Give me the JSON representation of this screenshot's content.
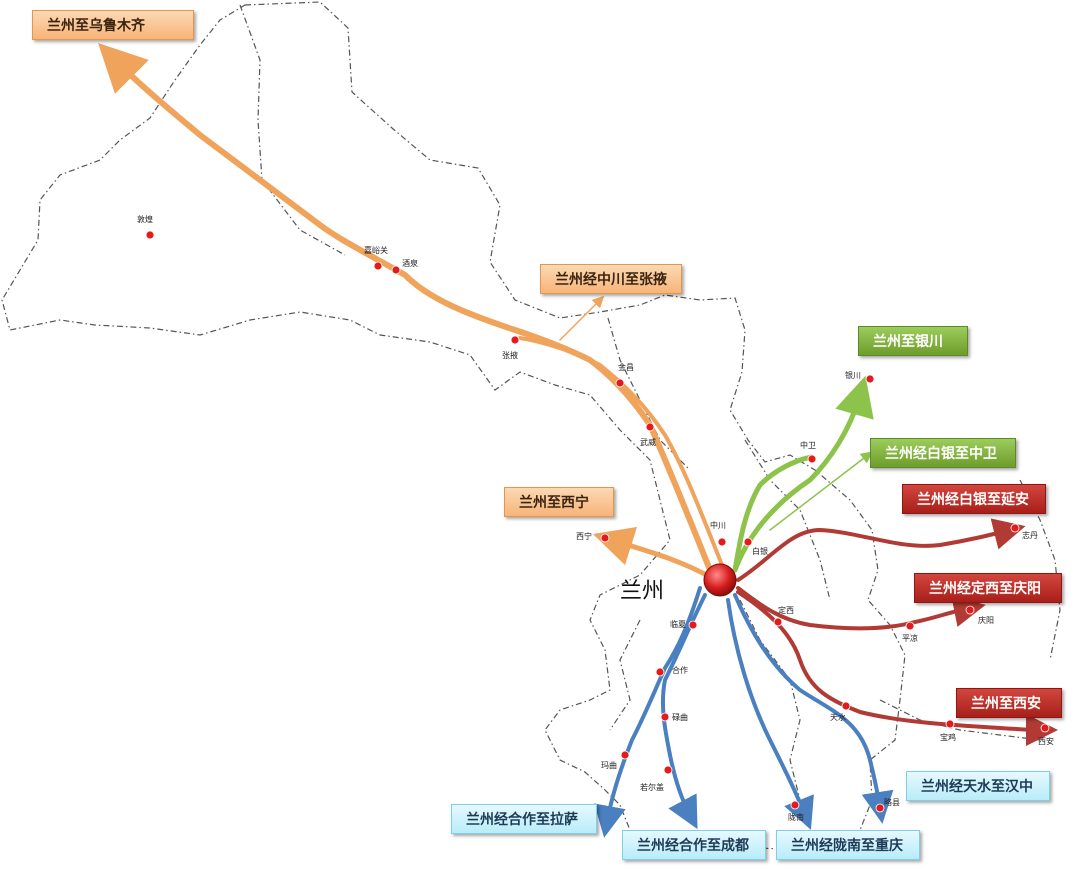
{
  "hub": {
    "name": "兰州"
  },
  "routes": [
    {
      "id": "urumqi",
      "label": "兰州至乌鲁木齐",
      "style": "orange"
    },
    {
      "id": "zhangye",
      "label": "兰州经中川至张掖",
      "style": "orange"
    },
    {
      "id": "xining",
      "label": "兰州至西宁",
      "style": "orange"
    },
    {
      "id": "yinchuan",
      "label": "兰州至银川",
      "style": "green"
    },
    {
      "id": "zhongwei",
      "label": "兰州经白银至中卫",
      "style": "green"
    },
    {
      "id": "yanan",
      "label": "兰州经白银至延安",
      "style": "red"
    },
    {
      "id": "qingyang",
      "label": "兰州经定西至庆阳",
      "style": "red"
    },
    {
      "id": "xian",
      "label": "兰州至西安",
      "style": "red"
    },
    {
      "id": "hanzhong",
      "label": "兰州经天水至汉中",
      "style": "blue"
    },
    {
      "id": "lhasa",
      "label": "兰州经合作至拉萨",
      "style": "blue"
    },
    {
      "id": "chengdu",
      "label": "兰州经合作至成都",
      "style": "blue"
    },
    {
      "id": "chongqing",
      "label": "兰州经陇南至重庆",
      "style": "blue"
    }
  ],
  "cities": [
    {
      "name": "敦煌"
    },
    {
      "name": "嘉峪关"
    },
    {
      "name": "酒泉"
    },
    {
      "name": "张掖"
    },
    {
      "name": "金昌"
    },
    {
      "name": "武威"
    },
    {
      "name": "中川"
    },
    {
      "name": "西宁"
    },
    {
      "name": "银川"
    },
    {
      "name": "中卫"
    },
    {
      "name": "白银"
    },
    {
      "name": "志丹"
    },
    {
      "name": "定西"
    },
    {
      "name": "平凉"
    },
    {
      "name": "庆阳"
    },
    {
      "name": "天水"
    },
    {
      "name": "宝鸡"
    },
    {
      "name": "西安"
    },
    {
      "name": "临夏"
    },
    {
      "name": "合作"
    },
    {
      "name": "碌曲"
    },
    {
      "name": "玛曲"
    },
    {
      "name": "若尔盖"
    },
    {
      "name": "陇南"
    },
    {
      "name": "略县"
    }
  ],
  "colors": {
    "orange": "#f0a35a",
    "green": "#8dc34a",
    "red": "#b23a34",
    "blue": "#4a7fc0",
    "border": "#555555",
    "city_dot": "#e51a1a"
  }
}
